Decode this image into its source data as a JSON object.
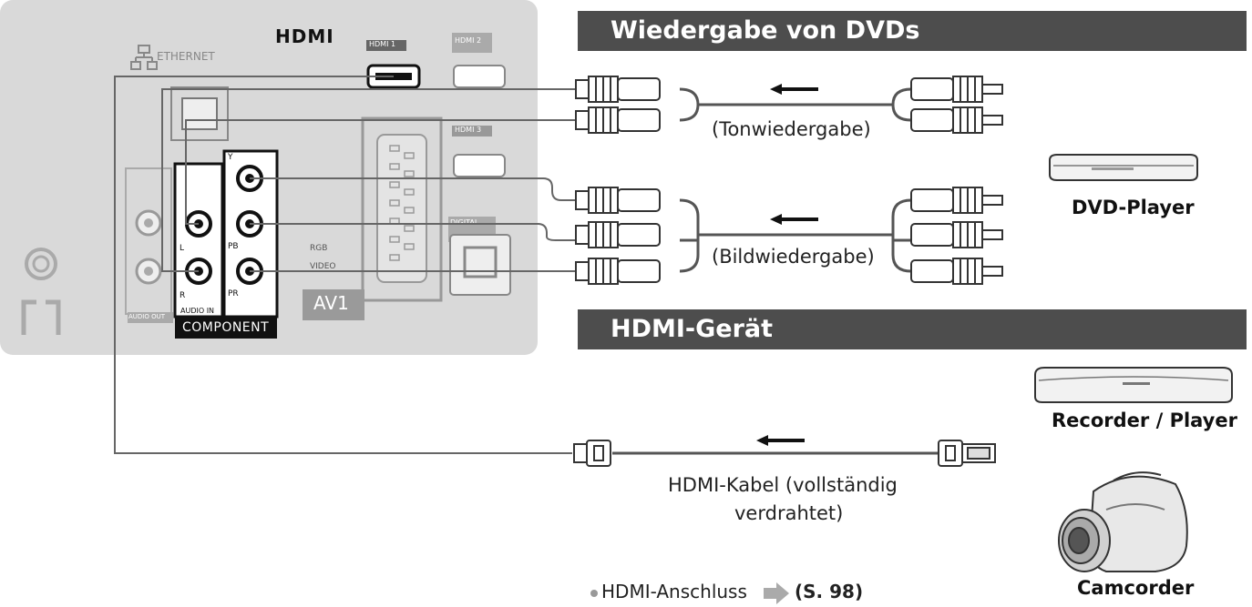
{
  "tv_panel": {
    "ethernet_label": "ETHERNET",
    "hdmi_logo": "HDMI",
    "hdmi1_label": "HDMI 1",
    "hdmi2_label": "HDMI 2",
    "hdmi3_label": "HDMI 3",
    "scart_label": "AV1",
    "rgb_label": "RGB",
    "video_label": "VIDEO",
    "digital_label": "DIGITAL",
    "audio_out_label": "AUDIO OUT",
    "audio_in_label": "AUDIO IN",
    "component_label": "COMPONENT",
    "jack_y": "Y",
    "jack_pb": "PB",
    "jack_pr": "PR",
    "jack_l": "L",
    "jack_r": "R"
  },
  "sections": {
    "dvd_title": "Wiedergabe von DVDs",
    "hdmi_title": "HDMI-Gerät"
  },
  "captions": {
    "audio": "(Tonwiedergabe)",
    "video": "(Bildwiedergabe)",
    "hdmi_cable_line1": "HDMI-Kabel (vollständig",
    "hdmi_cable_line2": "verdrahtet)"
  },
  "devices": {
    "dvd_player": "DVD-Player",
    "recorder": "Recorder / Player",
    "camcorder": "Camcorder"
  },
  "footnote": {
    "text": "HDMI-Anschluss",
    "ref": "(S. 98)"
  },
  "colors": {
    "panel": "#d9d9d9",
    "banner": "#4d4d4d",
    "cable": "#666666"
  }
}
